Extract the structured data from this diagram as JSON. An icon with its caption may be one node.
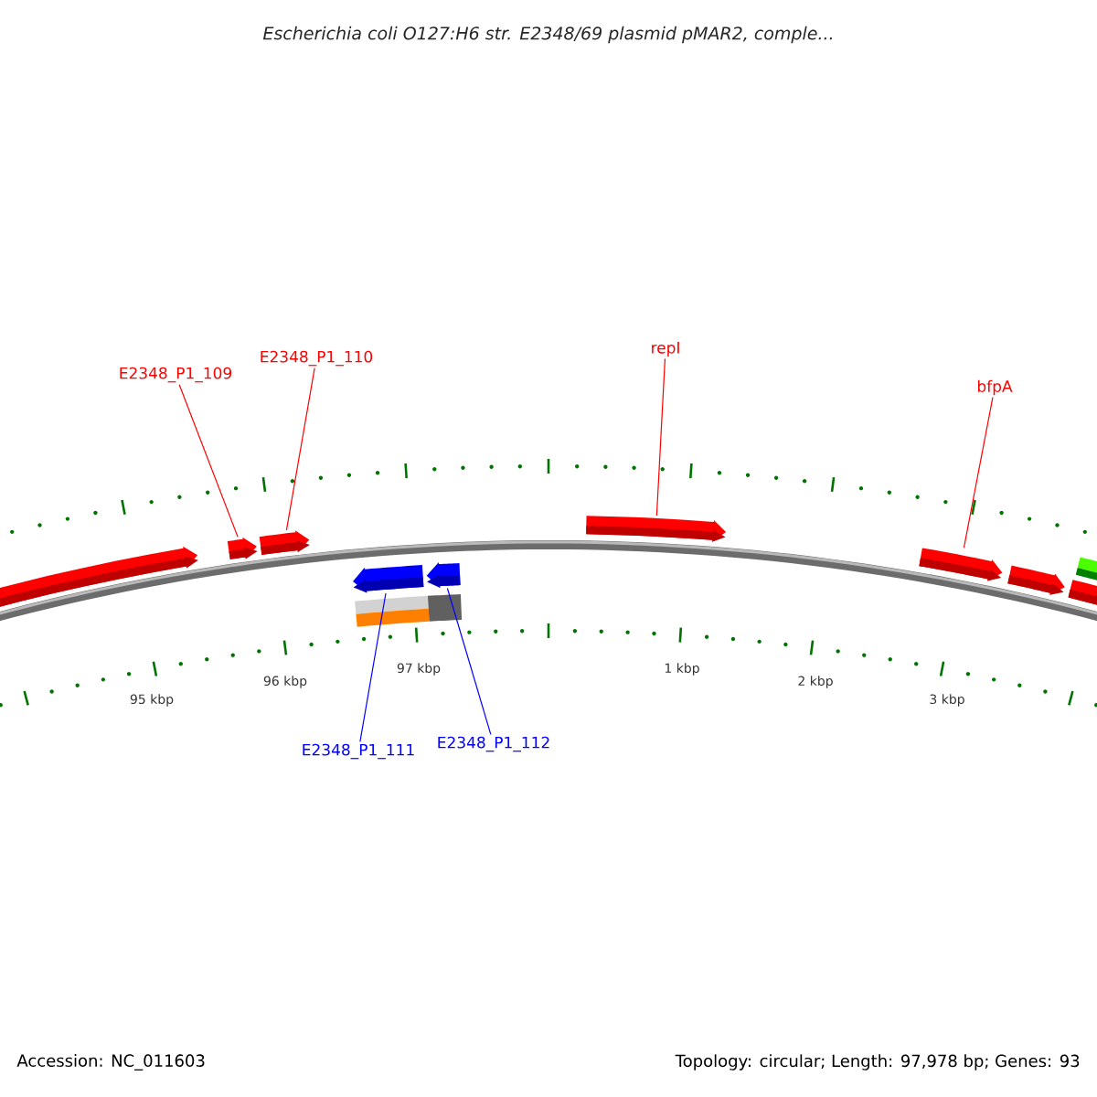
{
  "diagram": {
    "title": "Escherichia coli O127:H6 str. E2348/69 plasmid pMAR2, comple...",
    "nodes": [
      {
        "text": [
          "E2348_P1_109"
        ]
      },
      {
        "text": [
          "E2348_P1_110"
        ]
      },
      {
        "text": [
          "repI"
        ]
      },
      {
        "text": [
          "bfpA"
        ]
      },
      {
        "text": [],
        "shape": "bar"
      },
      {
        "text": [],
        "shape": "bar"
      },
      {
        "text": [],
        "shape": "bar"
      },
      {
        "text": [],
        "shape": "bar"
      },
      {
        "text": [],
        "shape": "bar"
      },
      {
        "text": [],
        "shape": "bar"
      },
      {
        "text": [
          "E2348_P1_111"
        ]
      },
      {
        "text": [
          "E2348_P1_112"
        ]
      }
    ],
    "edges": [
      {
        "from": 0,
        "to": 4,
        "arrow": "none"
      },
      {
        "from": 1,
        "to": 5,
        "arrow": "none"
      },
      {
        "from": 2,
        "to": 6,
        "arrow": "none"
      },
      {
        "from": 3,
        "to": 7,
        "arrow": "none"
      },
      {
        "from": 10,
        "to": 8,
        "arrow": "none",
        "color": "#0000ff"
      },
      {
        "from": 11,
        "to": 9,
        "arrow": "none",
        "color": "#0000ff"
      }
    ],
    "labels": [
      "95 kbp",
      "96 kbp",
      "97 kbp",
      "1 kbp",
      "2 kbp",
      "3 kbp",
      "Accession: NC_011603",
      "Topology: circular; Length: 97,978 bp; Genes: 93"
    ]
  }
}
